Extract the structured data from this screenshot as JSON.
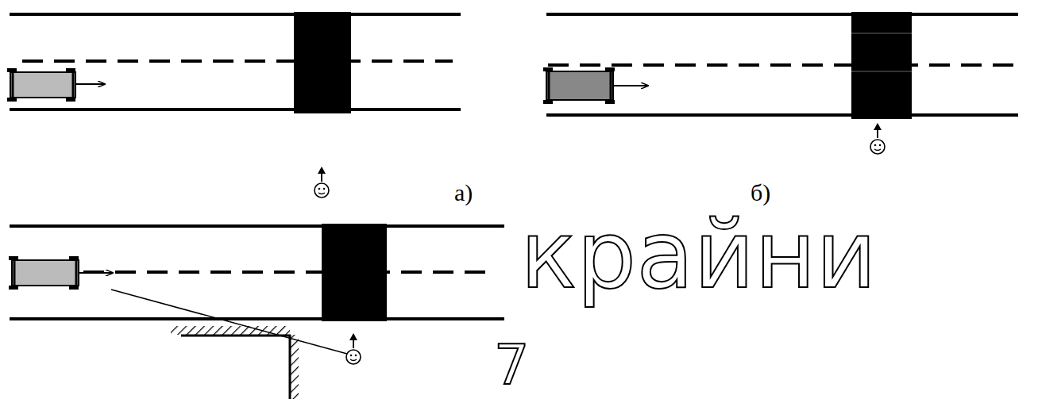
{
  "diagram": {
    "labels": [
      "а)",
      "б)",
      "крайни",
      "7"
    ]
  }
}
